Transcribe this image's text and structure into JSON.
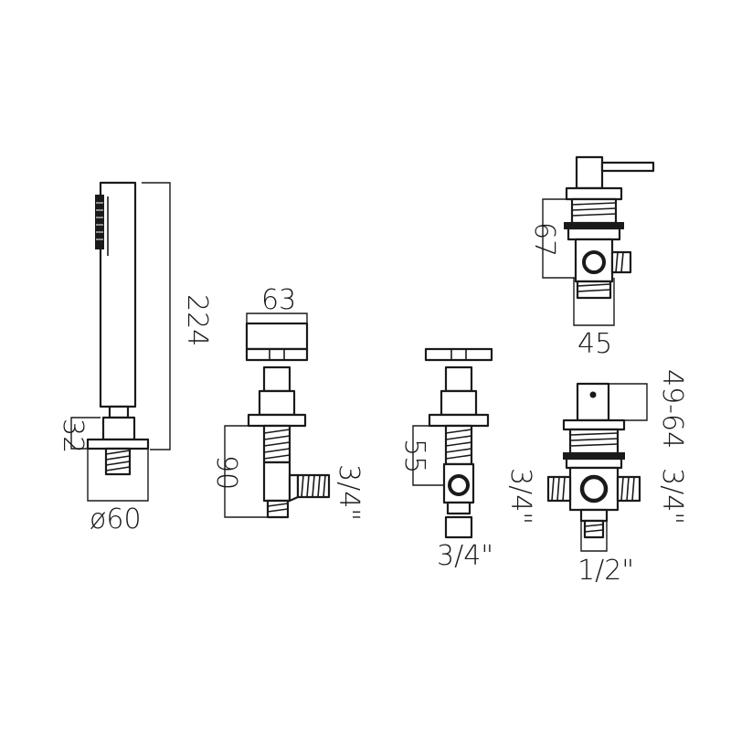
{
  "handset": {
    "length": "224",
    "hose_height": "32",
    "base_diameter": "ø60"
  },
  "valve_left": {
    "handle_width": "63",
    "height": "90",
    "outlet": "3/4\""
  },
  "valve_center": {
    "height": "55",
    "outlet": "3/4\""
  },
  "diverter": {
    "height": "67",
    "width": "45"
  },
  "mixer": {
    "height": "49-64",
    "inlet_left": "3/4\"",
    "inlet_right": "3/4\"",
    "outlet": "1/2\""
  },
  "colors": {
    "line": "#1a1a1a",
    "background": "#ffffff"
  }
}
